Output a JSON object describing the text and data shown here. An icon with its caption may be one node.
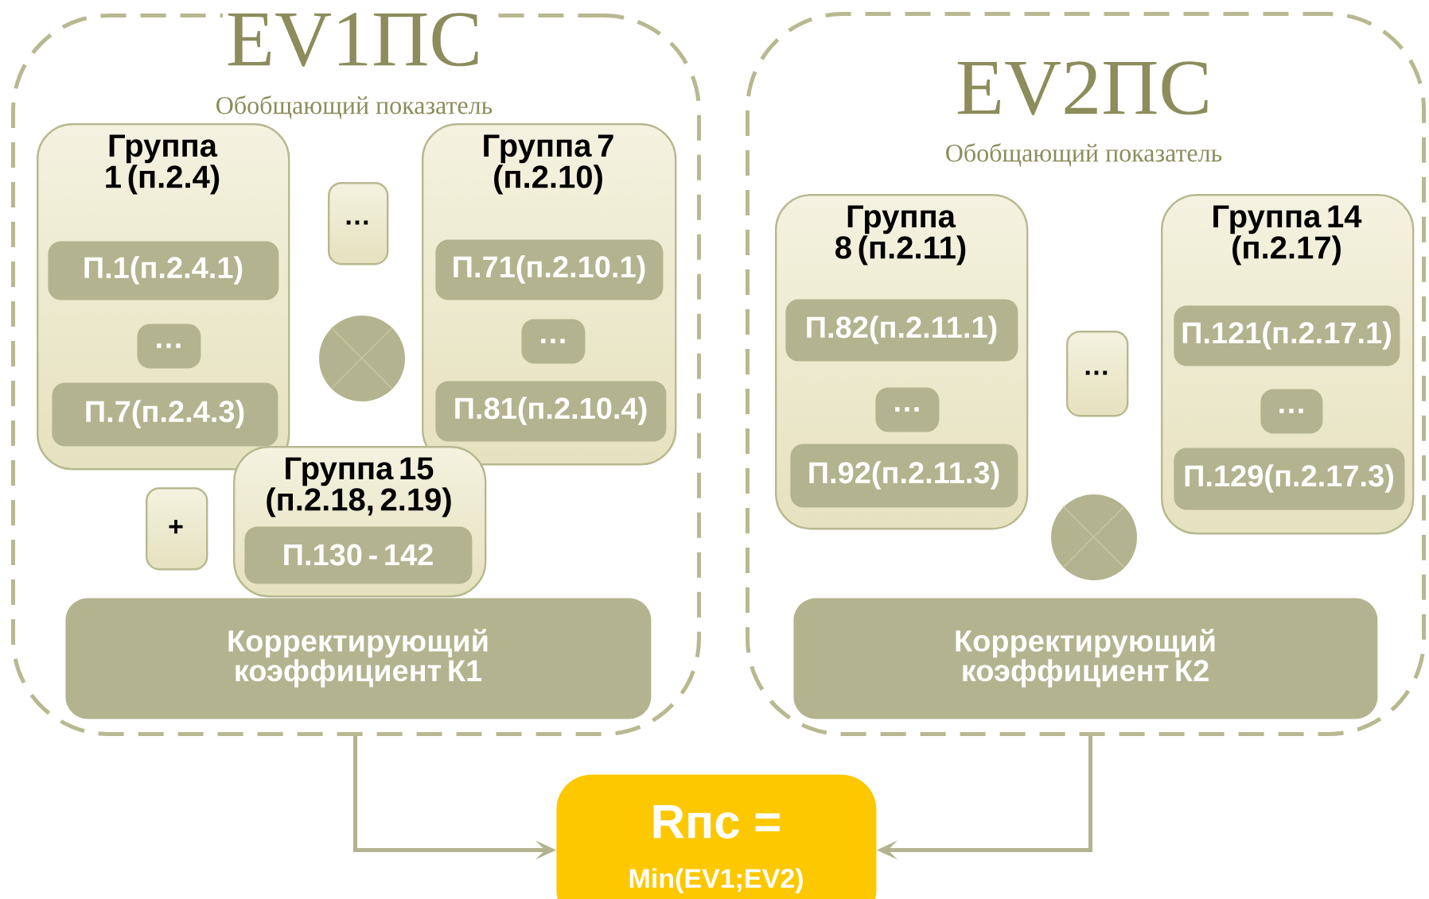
{
  "diagram": {
    "nodes": [
      {
        "text": [
          "EV1ПС",
          "Обобщающий показатель"
        ]
      },
      {
        "text": [
          "Группа 1 (п.2.4)"
        ],
        "in": 0
      },
      {
        "text": [
          "П.1(п.2.4.1)"
        ],
        "in": 1
      },
      {
        "text": [
          "…"
        ],
        "in": 1
      },
      {
        "text": [
          "П.7(п.2.4.3)"
        ],
        "in": 1
      },
      {
        "text": [
          "…"
        ],
        "in": 0
      },
      {
        "text": [],
        "shape": "circle",
        "in": 0
      },
      {
        "text": [
          "Группа 7 (п.2.10)"
        ],
        "in": 0
      },
      {
        "text": [
          "П.71(п.2.10.1)"
        ],
        "in": 7
      },
      {
        "text": [
          "…"
        ],
        "in": 7
      },
      {
        "text": [
          "П.81(п.2.10.4)"
        ],
        "in": 7
      },
      {
        "text": [
          "+"
        ],
        "in": 0
      },
      {
        "text": [
          "Группа 15 (п.2.18, 2.19)"
        ],
        "in": 0
      },
      {
        "text": [
          "П.130 - 142"
        ],
        "in": 12
      },
      {
        "text": [
          "Корректирующий коэффициент К1"
        ],
        "in": 0
      },
      {
        "text": [
          "EV2ПС",
          "Обобщающий показатель"
        ]
      },
      {
        "text": [
          "Группа 8 (п.2.11)"
        ],
        "in": 15
      },
      {
        "text": [
          "П.82(п.2.11.1)"
        ],
        "in": 16
      },
      {
        "text": [
          "…"
        ],
        "in": 16
      },
      {
        "text": [
          "П.92(п.2.11.3)"
        ],
        "in": 16
      },
      {
        "text": [
          "…"
        ],
        "in": 15
      },
      {
        "text": [
          "Группа 14 (п.2.17)"
        ],
        "in": 15
      },
      {
        "text": [
          "П.121(п.2.17.1)"
        ],
        "in": 21
      },
      {
        "text": [
          "…"
        ],
        "in": 21
      },
      {
        "text": [
          "П.129(п.2.17.3)"
        ],
        "in": 21
      },
      {
        "text": [],
        "shape": "circle",
        "in": 15
      },
      {
        "text": [
          "Корректирующий коэффициент К2"
        ],
        "in": 15
      },
      {
        "text": [
          "Rпс =",
          "Min(EV1;EV2)"
        ]
      }
    ],
    "edges": [
      {
        "from": 0,
        "to": 27,
        "arrow": "to"
      },
      {
        "from": 15,
        "to": 27,
        "arrow": "to"
      }
    ]
  }
}
